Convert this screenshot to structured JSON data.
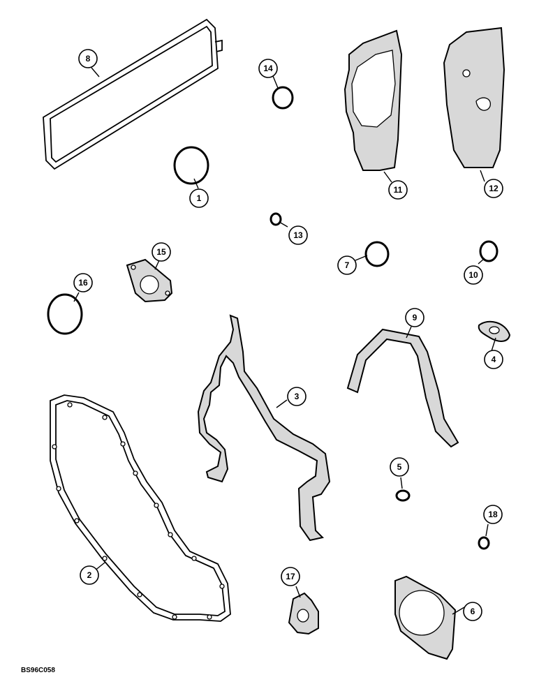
{
  "figure": {
    "reference_code": "BS96C058"
  },
  "callouts": [
    {
      "number": "1"
    },
    {
      "number": "2"
    },
    {
      "number": "3"
    },
    {
      "number": "4"
    },
    {
      "number": "5"
    },
    {
      "number": "6"
    },
    {
      "number": "7"
    },
    {
      "number": "8"
    },
    {
      "number": "9"
    },
    {
      "number": "10"
    },
    {
      "number": "11"
    },
    {
      "number": "12"
    },
    {
      "number": "13"
    },
    {
      "number": "14"
    },
    {
      "number": "15"
    },
    {
      "number": "16"
    },
    {
      "number": "17"
    },
    {
      "number": "18"
    }
  ]
}
